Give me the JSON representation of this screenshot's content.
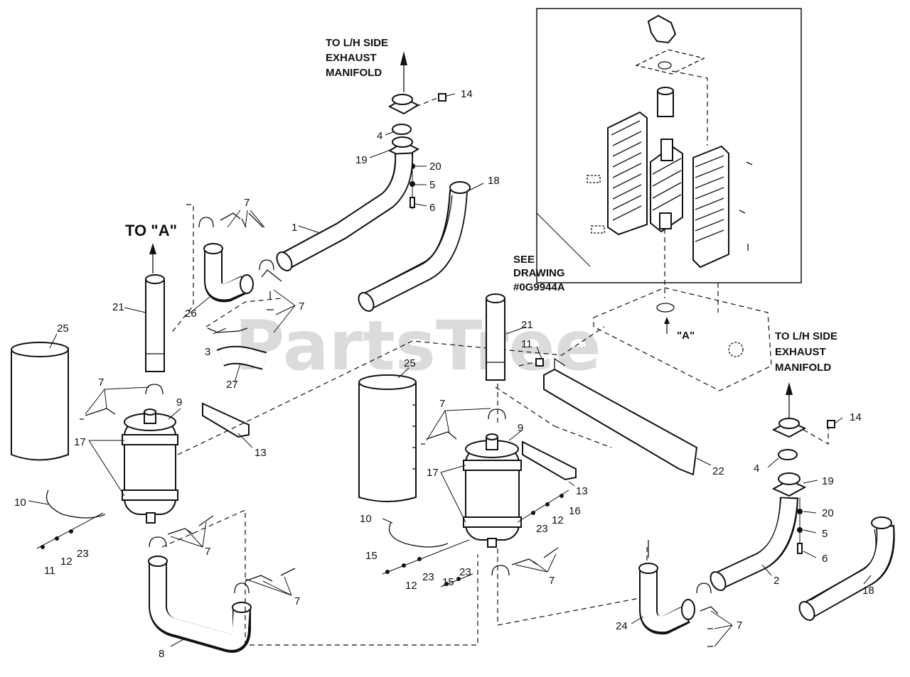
{
  "diagram": {
    "watermark": "PartsTree",
    "notes": {
      "to_lh_top": [
        "TO L/H SIDE",
        "EXHAUST",
        "MANIFOLD"
      ],
      "to_lh_right": [
        "TO L/H SIDE",
        "EXHAUST",
        "MANIFOLD"
      ],
      "to_a": "TO \"A\"",
      "point_a": "\"A\"",
      "see_drawing": [
        "SEE",
        "DRAWING",
        "#0G9944A"
      ]
    },
    "callouts": {
      "c14a": "14",
      "c4a": "4",
      "c19a": "19",
      "c20a": "20",
      "c5a": "5",
      "c6a": "6",
      "c18a": "18",
      "c1": "1",
      "c7a": "7",
      "c7b": "7",
      "c26": "26",
      "c3": "3",
      "c27": "27",
      "c21a": "21",
      "c25a": "25",
      "c7c": "7",
      "c9a": "9",
      "c17a": "17",
      "c13a": "13",
      "c10a": "10",
      "c11a": "11",
      "c12a": "12",
      "c23a": "23",
      "c7d": "7",
      "c8": "8",
      "c7e": "7",
      "c21b": "21",
      "c11b": "11",
      "c25b": "25",
      "c7f": "7",
      "c9b": "9",
      "c17b": "17",
      "c13b": "13",
      "c16": "16",
      "c12b": "12",
      "c23b": "23",
      "c10b": "10",
      "c15a": "15",
      "c12c": "12",
      "c23c": "23",
      "c23d": "23",
      "c15b": "15",
      "c7g": "7",
      "c22": "22",
      "c14b": "14",
      "c4b": "4",
      "c19b": "19",
      "c20b": "20",
      "c5b": "5",
      "c6b": "6",
      "c2": "2",
      "c18b": "18",
      "c24": "24",
      "c7h": "7"
    }
  }
}
